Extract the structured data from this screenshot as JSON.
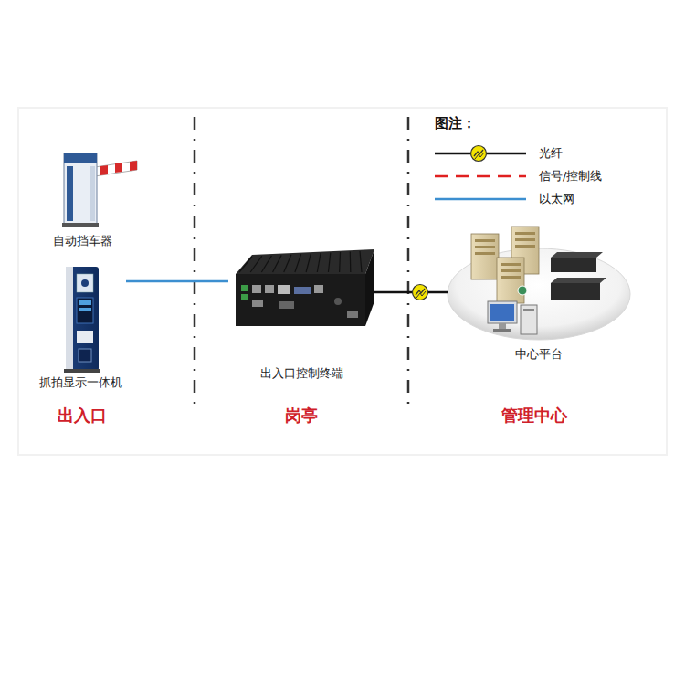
{
  "diagram": {
    "nodes": [
      {
        "text": [
          "自动挡车器"
        ]
      },
      {
        "text": [
          "抓拍显示一体机"
        ]
      },
      {
        "text": [
          "出入口控制终端"
        ]
      },
      {
        "text": [
          "中心平台"
        ]
      }
    ],
    "edges": [
      {
        "from": 1,
        "to": 2,
        "arrow": "none"
      },
      {
        "from": 2,
        "to": 3,
        "arrow": "none"
      }
    ],
    "labels": [
      "出入口",
      "岗亭",
      "管理中心",
      "图注："
    ],
    "legend": [
      {
        "text": "光纤"
      },
      {
        "text": "信号/控制线"
      },
      {
        "text": "以太网"
      }
    ]
  }
}
